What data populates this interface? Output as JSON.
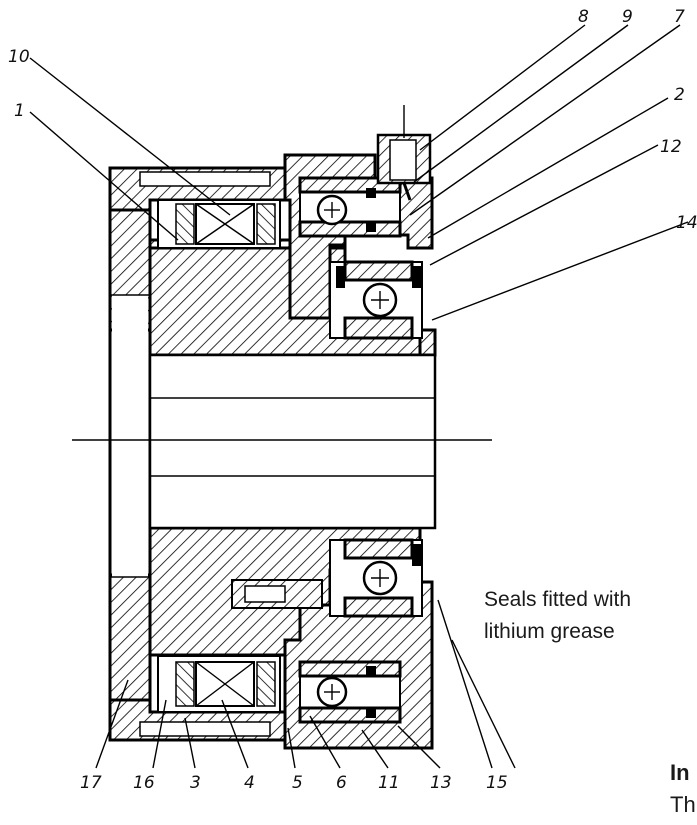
{
  "part_numbers": {
    "p8": "8",
    "p9": "9",
    "p7": "7",
    "p10": "10",
    "p1": "1",
    "p2": "2",
    "p12": "12",
    "p14": "14",
    "p17": "17",
    "p16": "16",
    "p3": "3",
    "p4": "4",
    "p5": "5",
    "p6": "6",
    "p11": "11",
    "p13": "13",
    "p15": "15"
  },
  "notes": {
    "seals_line1": "Seals fitted with",
    "seals_line2": "lithium grease",
    "cut_heading": "In",
    "cut_body": "Th"
  }
}
